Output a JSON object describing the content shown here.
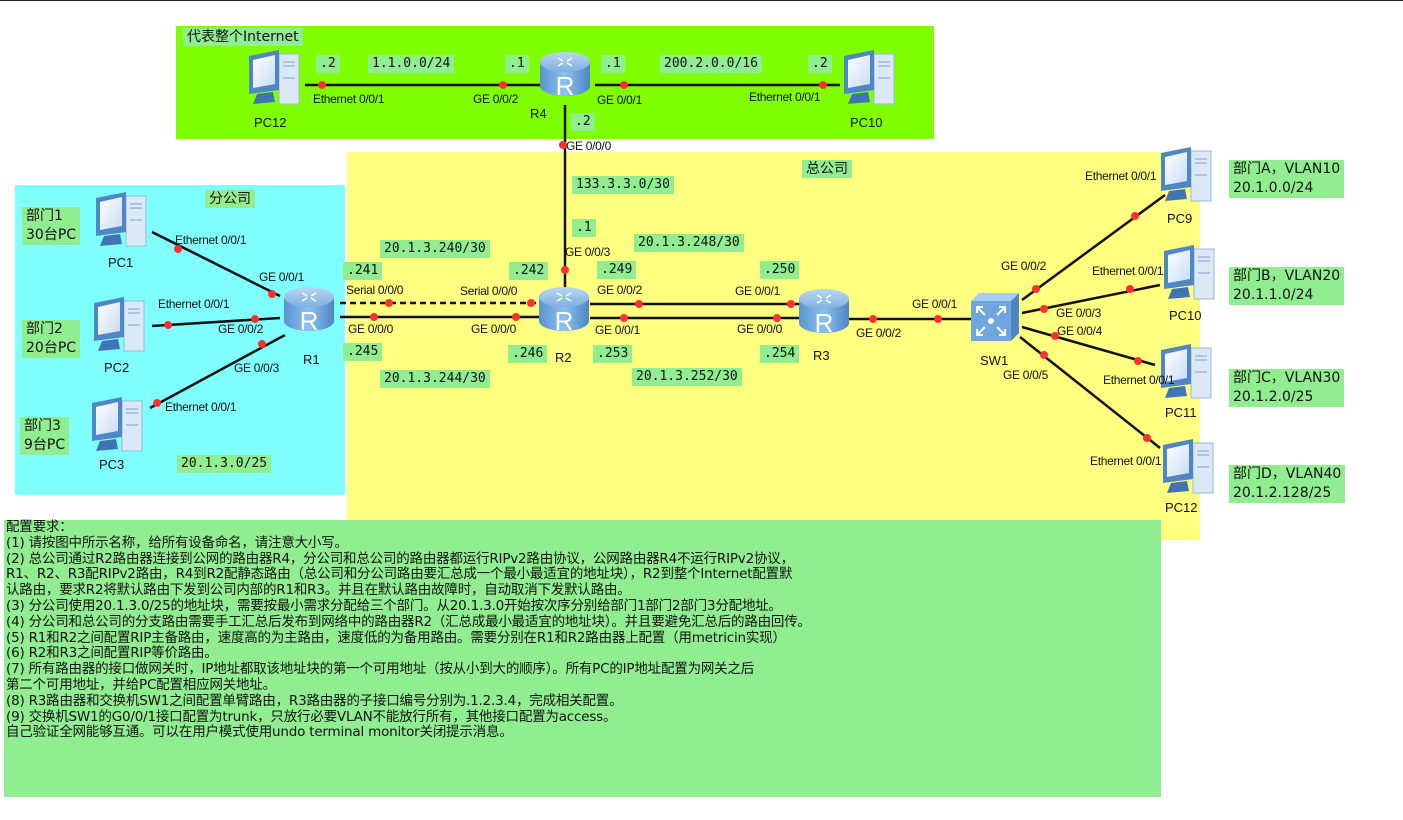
{
  "areas": {
    "internet": {
      "title": "代表整个Internet",
      "color": "#80ff00"
    },
    "hq": {
      "title": "总公司",
      "color": "#ffff80"
    },
    "branch": {
      "title": "分公司",
      "color": "#80ffff"
    }
  },
  "tag_color": "#90ee90",
  "link_dot_color": "#ff3030",
  "devices": {
    "R1": "R1",
    "R2": "R2",
    "R3": "R3",
    "R4": "R4",
    "SW1": "SW1",
    "PC1": "PC1",
    "PC2": "PC2",
    "PC3": "PC3",
    "PC9": "PC9",
    "PC10_hq": "PC10",
    "PC11": "PC11",
    "PC12_hq": "PC12",
    "PC12_inet": "PC12",
    "PC10_inet": "PC10"
  },
  "device_icons": {
    "router": "router-icon",
    "switch": "switch-icon",
    "pc": "pc-icon"
  },
  "networks": {
    "net_1_1": "1.1.0.0/24",
    "net_200_2": "200.2.0.0/16",
    "net_133": "133.3.3.0/30",
    "net_240": "20.1.3.240/30",
    "net_244": "20.1.3.244/30",
    "net_248": "20.1.3.248/30",
    "net_252": "20.1.3.252/30",
    "branch_block": "20.1.3.0/25"
  },
  "host_ids": {
    "pc12_inet": ".2",
    "r4_g2": ".1",
    "r4_g1": ".1",
    "pc10_inet": ".2",
    "r4_g0": ".2",
    "r2_g3": ".1",
    "r1_s0": ".241",
    "r2_s0": ".242",
    "r1_g0": ".245",
    "r2_g0": ".246",
    "r2_g2": ".249",
    "r3_g1": ".250",
    "r2_g1": ".253",
    "r3_g0": ".254"
  },
  "ports": {
    "pc12_inet_eth": "Ethernet 0/0/1",
    "r4_ge2": "GE 0/0/2",
    "r4_ge1": "GE 0/0/1",
    "pc10_inet_eth": "Ethernet 0/0/1",
    "r4_ge0": "GE 0/0/0",
    "r2_ge3": "GE 0/0/3",
    "pc1_eth": "Ethernet 0/0/1",
    "pc2_eth": "Ethernet 0/0/1",
    "pc3_eth": "Ethernet 0/0/1",
    "r1_ge1": "GE 0/0/1",
    "r1_ge2": "GE 0/0/2",
    "r1_ge3": "GE 0/0/3",
    "r1_serial": "Serial 0/0/0",
    "r1_ge0": "GE 0/0/0",
    "r2_serial": "Serial 0/0/0",
    "r2_ge0": "GE 0/0/0",
    "r2_ge2": "GE 0/0/2",
    "r2_ge1": "GE 0/0/1",
    "r3_ge1": "GE 0/0/1",
    "r3_ge0": "GE 0/0/0",
    "r3_ge2": "GE 0/0/2",
    "sw1_ge1": "GE 0/0/1",
    "sw1_ge2": "GE 0/0/2",
    "sw1_ge3": "GE 0/0/3",
    "sw1_ge4": "GE 0/0/4",
    "sw1_ge5": "GE 0/0/5",
    "pc9_eth": "Ethernet 0/0/1",
    "pc10_eth": "Ethernet 0/0/1",
    "pc11_eth": "Ethernet 0/0/1",
    "pc12_eth": "Ethernet 0/0/1"
  },
  "departments": {
    "branch": [
      "部门1\n30台PC",
      "部门2\n20台PC",
      "部门3\n9台PC"
    ],
    "hq": [
      "部门A，VLAN10\n20.1.0.0/24",
      "部门B，VLAN20\n20.1.1.0/24",
      "部门C，VLAN30\n20.1.2.0/25",
      "部门D，VLAN40\n20.1.2.128/25"
    ]
  },
  "requirements": [
    "配置要求：",
    "(1) 请按图中所示名称，给所有设备命名，请注意大小写。",
    "(2) 总公司通过R2路由器连接到公网的路由器R4，分公司和总公司的路由器都运行RIPv2路由协议，公网路由器R4不运行RIPv2协议，",
    "R1、R2、R3配RIPv2路由，R4到R2配静态路由（总公司和分公司路由要汇总成一个最小最适宜的地址块），R2到整个Internet配置默",
    "认路由，要求R2将默认路由下发到公司内部的R1和R3。并且在默认路由故障时，自动取消下发默认路由。",
    "(3) 分公司使用20.1.3.0/25的地址块，需要按最小需求分配给三个部门。从20.1.3.0开始按次序分别给部门1部门2部门3分配地址。",
    "(4) 分公司和总公司的分支路由需要手工汇总后发布到网络中的路由器R2（汇总成最小最适宜的地址块）。并且要避免汇总后的路由回传。",
    "(5) R1和R2之间配置RIP主备路由，速度高的为主路由，速度低的为备用路由。需要分别在R1和R2路由器上配置（用metricin实现）",
    "(6) R2和R3之间配置RIP等价路由。",
    "(7) 所有路由器的接口做网关时，IP地址都取该地址块的第一个可用地址（按从小到大的顺序）。所有PC的IP地址配置为网关之后",
    "第二个可用地址，并给PC配置相应网关地址。",
    "(8) R3路由器和交换机SW1之间配置单臂路由，R3路由器的子接口编号分别为.1.2.3.4，完成相关配置。",
    "(9) 交换机SW1的G0/0/1接口配置为trunk，只放行必要VLAN不能放行所有，其他接口配置为access。",
    "自己验证全网能够互通。可以在用户模式使用undo terminal monitor关闭提示消息。"
  ]
}
